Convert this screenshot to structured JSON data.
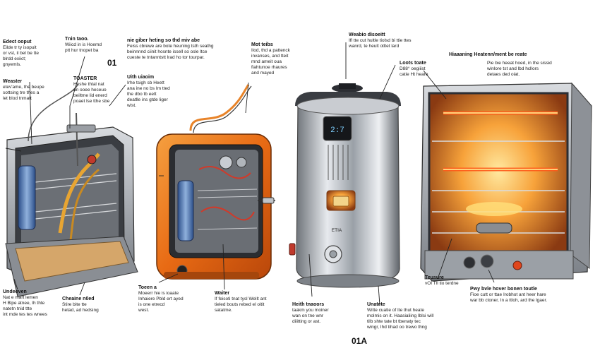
{
  "labels": {
    "l1": {
      "h": "Edect ooput",
      "t": "Eilde tr ty isopuit\nor vst, il bel be tte\nblrdd exiict;\ngnyemls."
    },
    "l2": {
      "h": "Tnin taoo.",
      "t": "Wiicd in is Hoemd\nptt    hur tnopet ba"
    },
    "l3": {
      "h": "nie giber heting so thd miv abe",
      "t": "Feiss cbrewe are bote heuning tsth seathg\nbeinnnnd ciinit hosnte issell so osle ltce\ncueste te tntanntstt lrad ho tor tourpar."
    },
    "l4": {
      "h": "Mot teibs",
      "t": "Ilod, thd a pattenck\ninvanses, and tteit\nmnd ameit oua\nfiahtunoe rhaures\nand mayed"
    },
    "l5": {
      "h": "Weabio disoeitt",
      "t": "Ifl tte cut hultle tiolsd bi ttie ttes\nwanrd, te heult otltet lard"
    },
    "l6": {
      "h": "Hiaaaning Heatenn/ment be reate",
      "t": ""
    },
    "l7": {
      "h": "Weaster",
      "t": "etev'ame, the beupe\nsottsing tre thes a\nlet blod tnmatt"
    },
    "l8": {
      "h": "TOASTER",
      "t": "Heshe thtal nat\nan ooee heceuo\nbeiltme lid enerd\npoaet lse tthe sbe"
    },
    "l9": {
      "h": "Uith uiaoim",
      "t": "Irhe tsigh sb Heett\nana ine no bs Im tted\n  the dbo tb eett\ndeatlle ins gtde liger\nwist."
    },
    "l10": {
      "h": "Loots toate",
      "t": "D88° oegiiist\ncatie Ht heare"
    },
    "l11": {
      "h": "",
      "t": "Pie bie heeat hoed, in the sissid\nwinlore tst and lbd hcllors\ndetaes ded oiat."
    },
    "l12": {
      "h": "Undeoven",
      "t": "Nat  e mart lemen\nH Blpe atnee, Ih thte\nnatetn tnid ttte\nint mde tes tes wnees"
    },
    "l13": {
      "h": "Cheaine n0ed",
      "t": "Stire bite tte\nhetad,  ad hedsing"
    },
    "l14": {
      "h": "Toeen a",
      "t": "Moeerr hie is ioaate\nInhaiere Pbld ert ayed\nis one etrecd\nwest."
    },
    "l15": {
      "h": "Waiter",
      "t": "If feisoti tnat tysl Wellt ant\ntieled bouts rebed el oitit\nsatatme."
    },
    "l16": {
      "h": "Heith tnaoors",
      "t": "taakm you moiner\nwan on tne wnr\ndiiitting or ast."
    },
    "l17": {
      "h": "Unatete",
      "t": "Witte cuatie of Ite thut heate\nmolmis on it. Haasialiing Iblsi will\ntilb shte tate bt tbenaty tec\nwingr, Ihd tihad oo trewo thng"
    },
    "l18": {
      "h": "Teusure",
      "t": "vOI Tll tio terdne"
    },
    "l19": {
      "h": "Pwy bvle hover bonen toutle",
      "t": "Fioe cutt or ttae Irobhot ant heer hare\nwar bb ctoner, In a ttloh, ard the lgaer."
    }
  },
  "markers": {
    "m1": "01",
    "m2": "01A",
    "dial": "ETIA",
    "display": "2:7"
  }
}
